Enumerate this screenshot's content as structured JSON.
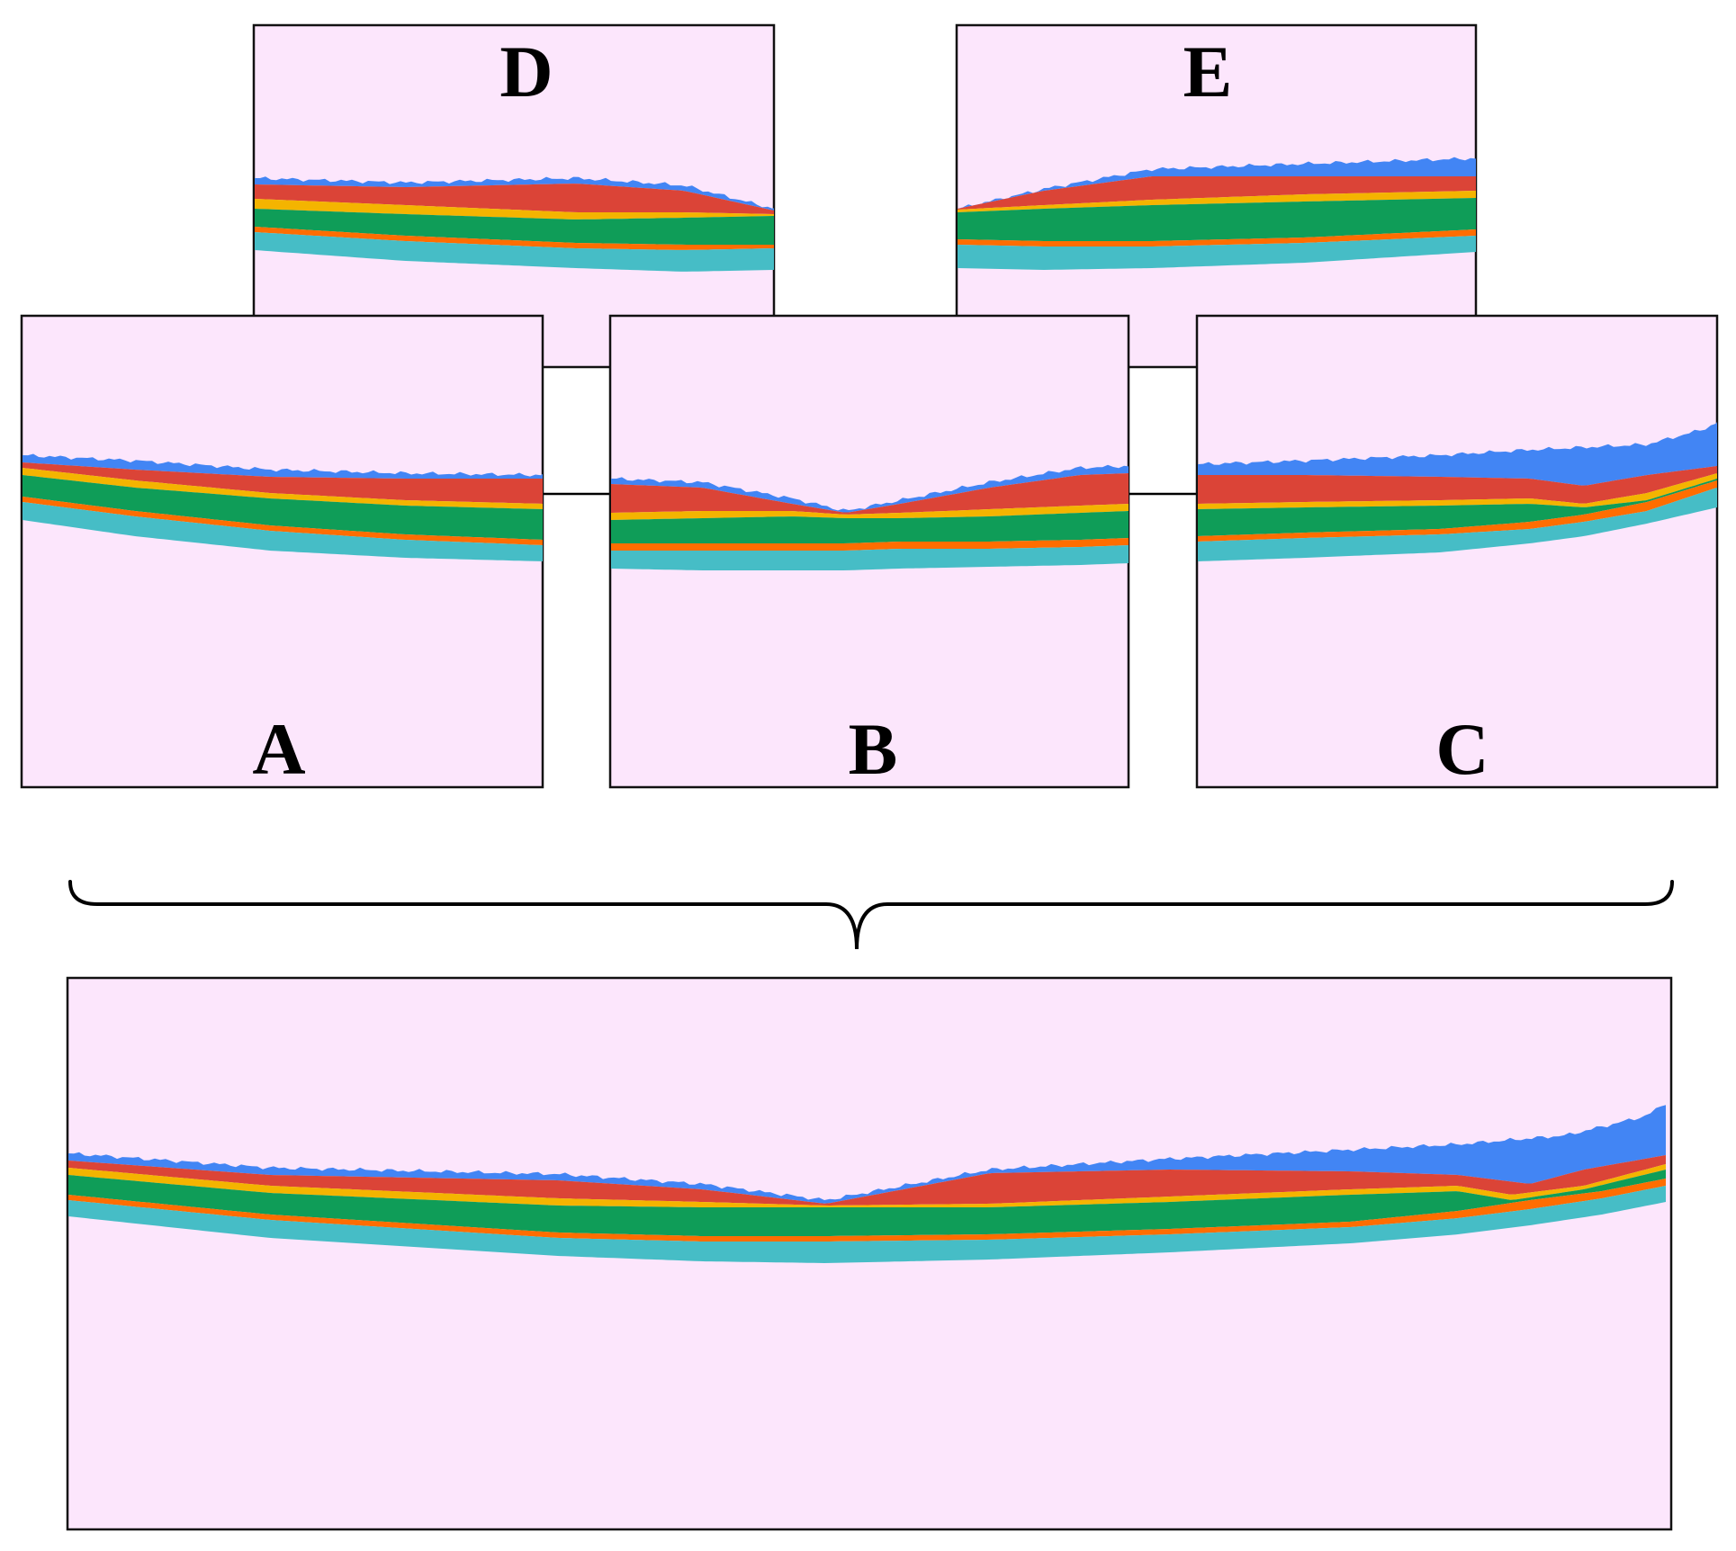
{
  "figure": {
    "background": "#fce6fc",
    "layer_colors": {
      "layer_1": "#4285f4",
      "layer_2": "#db4437",
      "layer_3": "#f4b400",
      "layer_4": "#0f9d58",
      "layer_5": "#ff6d00",
      "layer_6": "#46bdc6"
    },
    "panels": [
      {
        "id": "D",
        "label": "D"
      },
      {
        "id": "E",
        "label": "E"
      },
      {
        "id": "A",
        "label": "A"
      },
      {
        "id": "B",
        "label": "B"
      },
      {
        "id": "C",
        "label": "C"
      },
      {
        "id": "stitched",
        "label": ""
      }
    ]
  }
}
